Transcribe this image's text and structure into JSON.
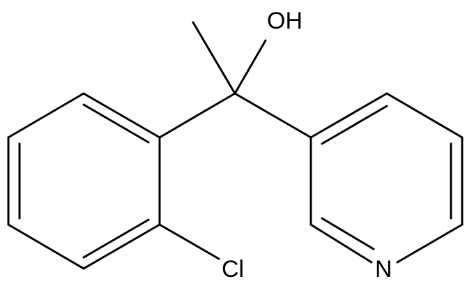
{
  "structure": {
    "atom_labels": {
      "hydroxyl": "OH",
      "chlorine": "Cl",
      "pyridine_nitrogen": "N"
    },
    "colors": {
      "bond": "#000000",
      "label": "#000000",
      "background": "#ffffff"
    }
  }
}
